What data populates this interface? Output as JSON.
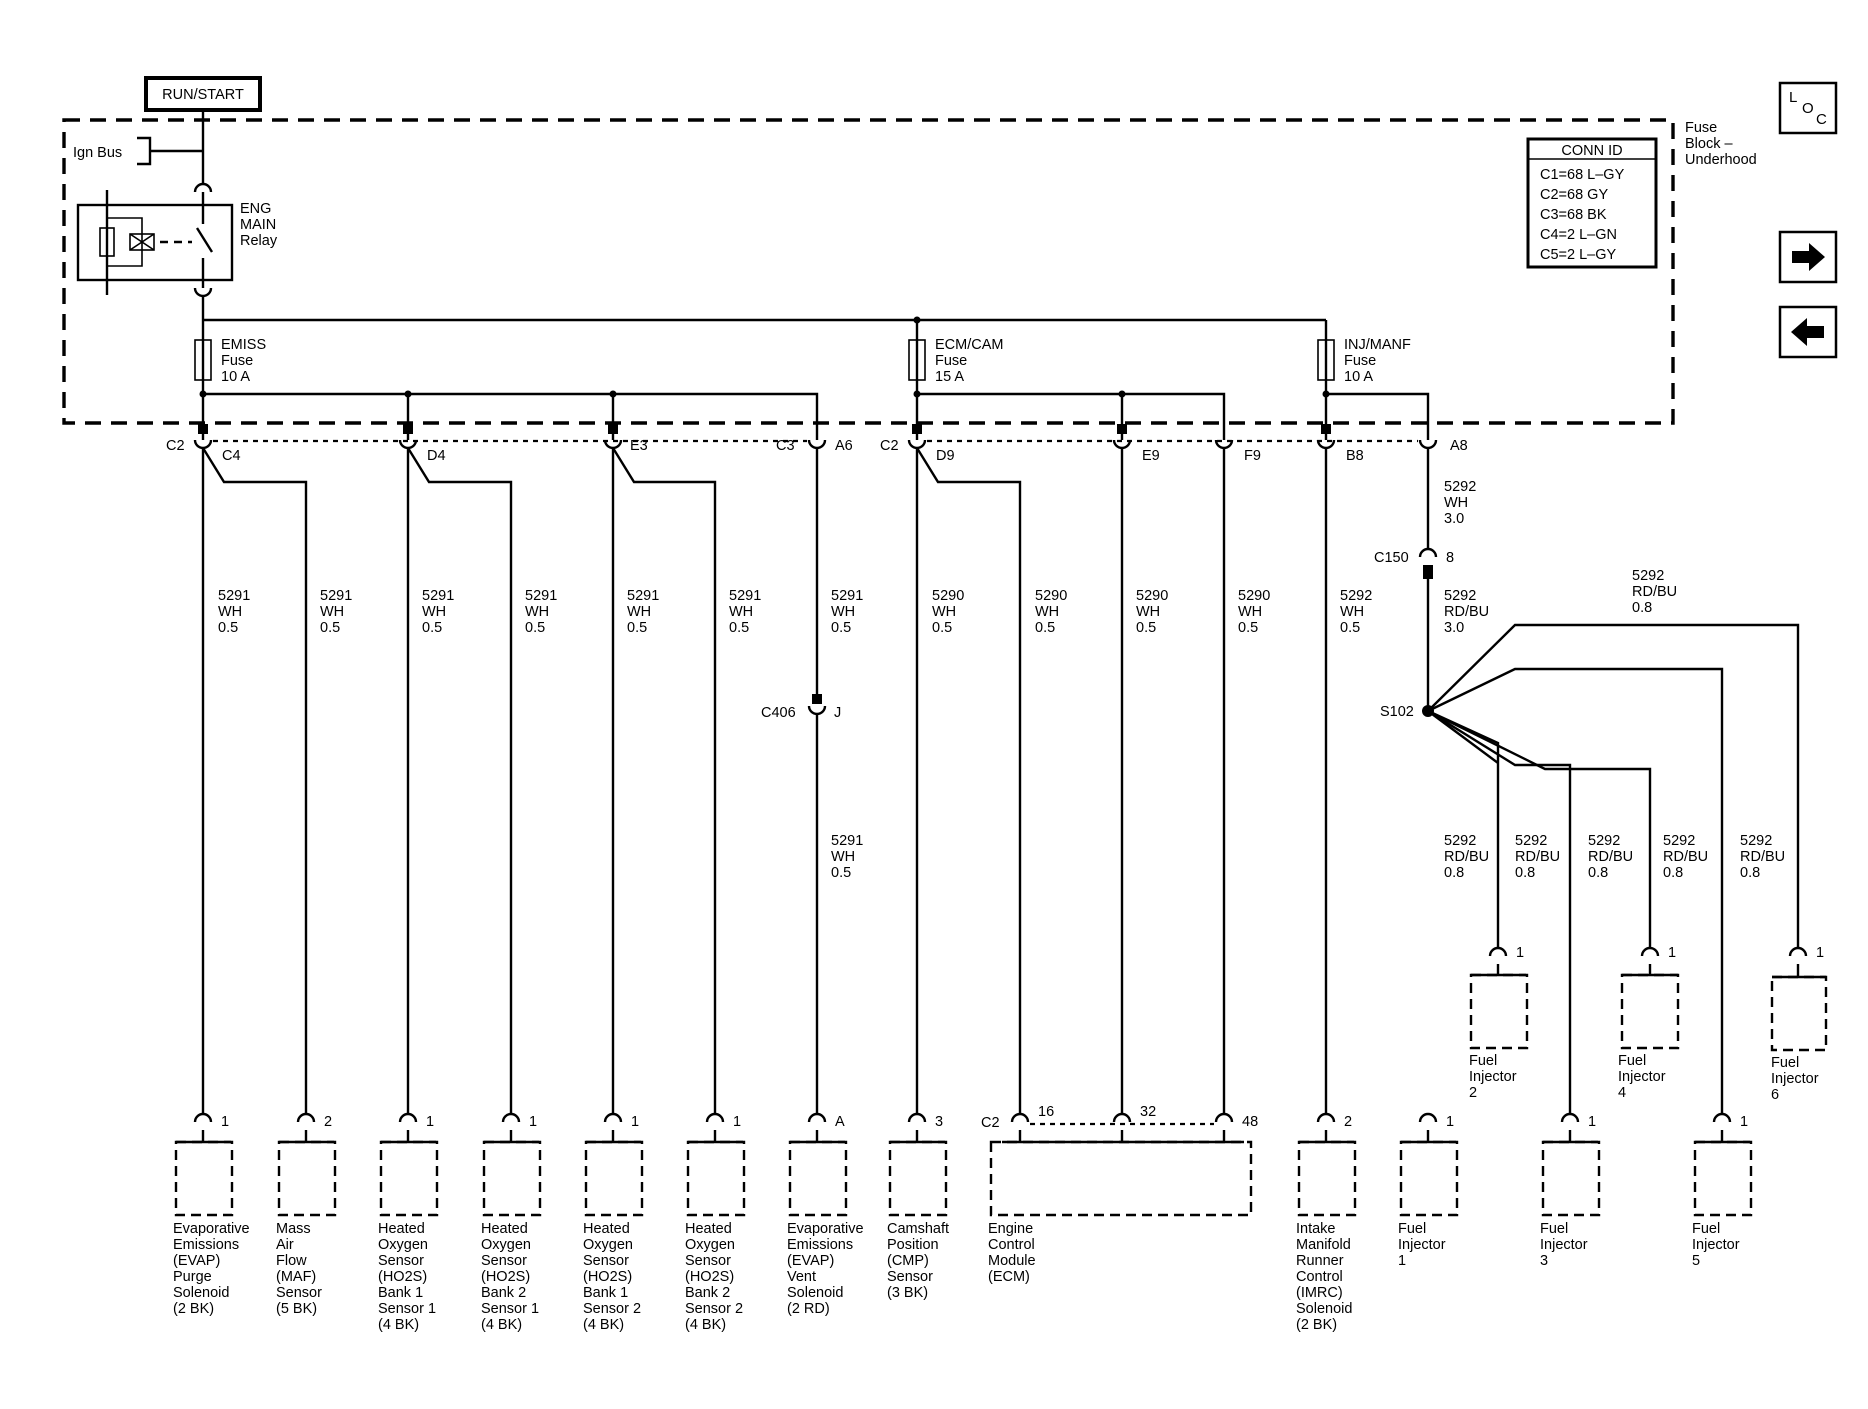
{
  "power": {
    "run_start": "RUN/START",
    "ign_bus": "Ign Bus"
  },
  "relay": {
    "lines": [
      "ENG",
      "MAIN",
      "Relay"
    ]
  },
  "fuse_block": {
    "lines": [
      "Fuse",
      "Block –",
      "Underhood"
    ]
  },
  "conn_id": {
    "title": "CONN ID",
    "rows": [
      "C1=68 L–GY",
      "C2=68 GY",
      "C3=68 BK",
      "C4=2 L–GN",
      "C5=2 L–GY"
    ]
  },
  "nav": {
    "loc_icon": "loc-icon",
    "next_icon": "arrow-right-icon",
    "prev_icon": "arrow-left-icon"
  },
  "fuses": [
    {
      "lines": [
        "EMISS",
        "Fuse",
        "10 A"
      ]
    },
    {
      "lines": [
        "ECM/CAM",
        "Fuse",
        "15 A"
      ]
    },
    {
      "lines": [
        "INJ/MANF",
        "Fuse",
        "10 A"
      ]
    }
  ],
  "top_pins": [
    "C2",
    "C4",
    "D4",
    "E3",
    "C3",
    "A6",
    "C2",
    "D9",
    "E9",
    "F9",
    "B8",
    "A8"
  ],
  "wires": [
    {
      "id": "5291",
      "color": "WH",
      "gauge": "0.5"
    },
    {
      "id": "5291",
      "color": "WH",
      "gauge": "0.5"
    },
    {
      "id": "5291",
      "color": "WH",
      "gauge": "0.5"
    },
    {
      "id": "5291",
      "color": "WH",
      "gauge": "0.5"
    },
    {
      "id": "5291",
      "color": "WH",
      "gauge": "0.5"
    },
    {
      "id": "5291",
      "color": "WH",
      "gauge": "0.5"
    },
    {
      "id": "5291",
      "color": "WH",
      "gauge": "0.5"
    },
    {
      "id": "5290",
      "color": "WH",
      "gauge": "0.5"
    },
    {
      "id": "5290",
      "color": "WH",
      "gauge": "0.5"
    },
    {
      "id": "5290",
      "color": "WH",
      "gauge": "0.5"
    },
    {
      "id": "5290",
      "color": "WH",
      "gauge": "0.5"
    },
    {
      "id": "5292",
      "color": "WH",
      "gauge": "0.5"
    }
  ],
  "vent_lower_wire": {
    "id": "5291",
    "color": "WH",
    "gauge": "0.5"
  },
  "c406": {
    "name": "C406",
    "pin": "J"
  },
  "c150": {
    "name": "C150",
    "pin": "8"
  },
  "splice": {
    "name": "S102"
  },
  "inj_wire_upper": {
    "id": "5292",
    "color": "WH",
    "gauge": "3.0"
  },
  "inj_wire_lower": {
    "id": "5292",
    "color": "RD/BU",
    "gauge": "3.0"
  },
  "inj6_wire": {
    "id": "5292",
    "color": "RD/BU",
    "gauge": "0.8"
  },
  "inj_branch_wires": [
    {
      "id": "5292",
      "color": "RD/BU",
      "gauge": "0.8"
    },
    {
      "id": "5292",
      "color": "RD/BU",
      "gauge": "0.8"
    },
    {
      "id": "5292",
      "color": "RD/BU",
      "gauge": "0.8"
    },
    {
      "id": "5292",
      "color": "RD/BU",
      "gauge": "0.8"
    },
    {
      "id": "5292",
      "color": "RD/BU",
      "gauge": "0.8"
    }
  ],
  "components": [
    {
      "pin": "1",
      "lines": [
        "Evaporative",
        "Emissions",
        "(EVAP)",
        "Purge",
        "Solenoid",
        "(2 BK)"
      ]
    },
    {
      "pin": "2",
      "lines": [
        "Mass",
        "Air",
        "Flow",
        "(MAF)",
        "Sensor",
        "(5 BK)"
      ]
    },
    {
      "pin": "1",
      "lines": [
        "Heated",
        "Oxygen",
        "Sensor",
        "(HO2S)",
        "Bank 1",
        "Sensor 1",
        "(4 BK)"
      ]
    },
    {
      "pin": "1",
      "lines": [
        "Heated",
        "Oxygen",
        "Sensor",
        "(HO2S)",
        "Bank 2",
        "Sensor 1",
        "(4 BK)"
      ]
    },
    {
      "pin": "1",
      "lines": [
        "Heated",
        "Oxygen",
        "Sensor",
        "(HO2S)",
        "Bank 1",
        "Sensor 2",
        "(4 BK)"
      ]
    },
    {
      "pin": "1",
      "lines": [
        "Heated",
        "Oxygen",
        "Sensor",
        "(HO2S)",
        "Bank 2",
        "Sensor 2",
        "(4 BK)"
      ]
    },
    {
      "pin": "A",
      "lines": [
        "Evaporative",
        "Emissions",
        "(EVAP)",
        "Vent",
        "Solenoid",
        "(2 RD)"
      ]
    },
    {
      "pin": "3",
      "lines": [
        "Camshaft",
        "Position",
        "(CMP)",
        "Sensor",
        "(3 BK)"
      ]
    },
    {
      "pin": "2",
      "lines": [
        "Intake",
        "Manifold",
        "Runner",
        "Control",
        "(IMRC)",
        "Solenoid",
        "(2 BK)"
      ]
    },
    {
      "pin": "1",
      "lines": [
        "Fuel",
        "Injector",
        "1"
      ]
    },
    {
      "pin": "1",
      "lines": [
        "Fuel",
        "Injector",
        "3"
      ]
    },
    {
      "pin": "1",
      "lines": [
        "Fuel",
        "Injector",
        "5"
      ]
    }
  ],
  "ecm": {
    "connector": "C2",
    "pins": [
      "16",
      "32",
      "48"
    ],
    "lines": [
      "Engine",
      "Control",
      "Module",
      "(ECM)"
    ]
  },
  "upper_injectors": [
    {
      "pin": "1",
      "lines": [
        "Fuel",
        "Injector",
        "2"
      ]
    },
    {
      "pin": "1",
      "lines": [
        "Fuel",
        "Injector",
        "4"
      ]
    },
    {
      "pin": "1",
      "lines": [
        "Fuel",
        "Injector",
        "6"
      ]
    }
  ]
}
